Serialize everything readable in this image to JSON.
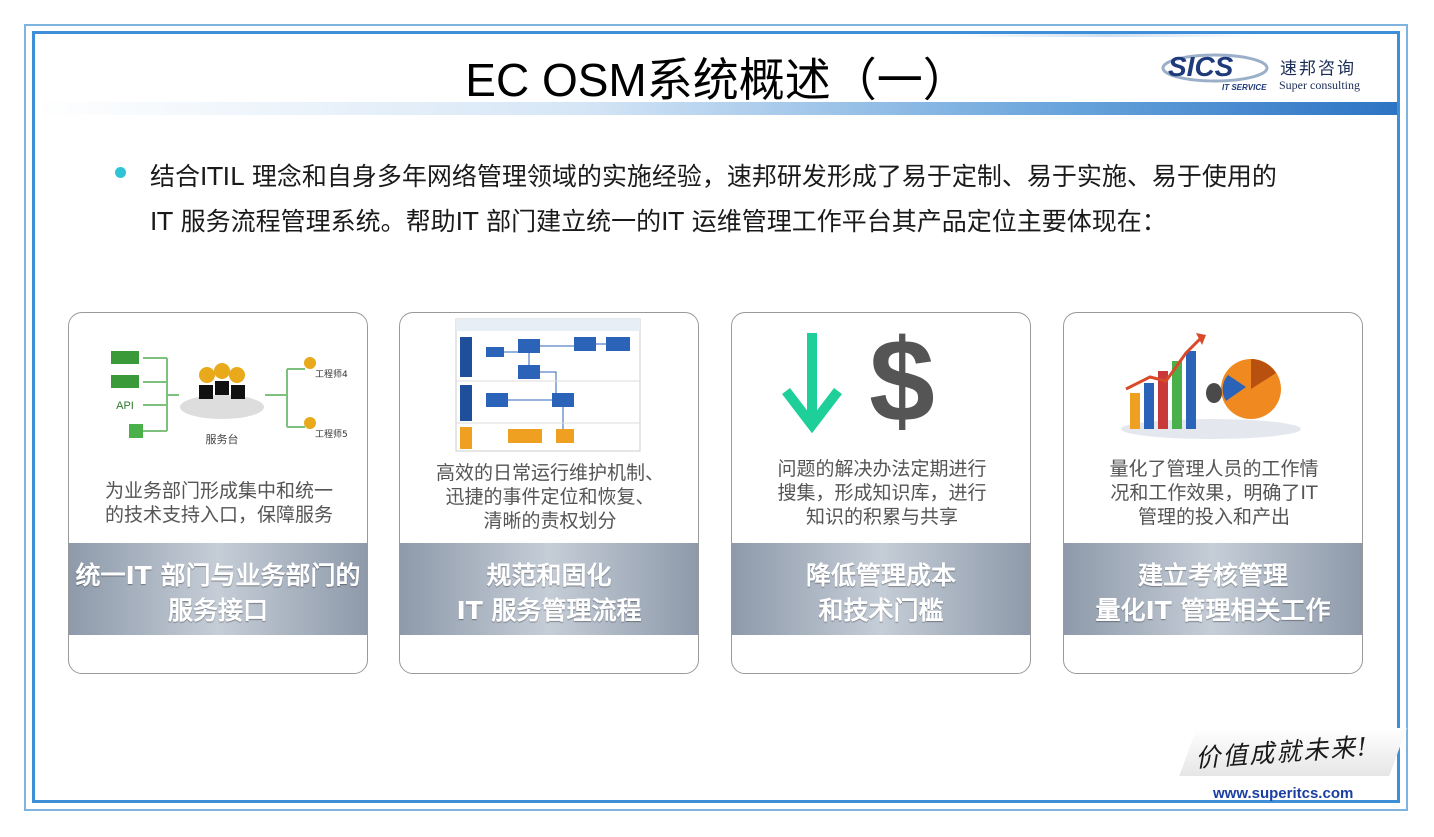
{
  "slide": {
    "title": "EC OSM系统概述（一）",
    "logo": {
      "mark": "SICS",
      "subtitle": "IT SERVICE",
      "cn": "速邦咨询",
      "en": "Super consulting"
    },
    "intro": {
      "line1": "结合ITIL 理念和自身多年网络管理领域的实施经验，速邦研发形成了易于定制、易于实施、易于使用的",
      "line2": "IT 服务流程管理系统。帮助IT 部门建立统一的IT 运维管理工作平台其产品定位主要体现在："
    },
    "cards": [
      {
        "image": "service-desk-diagram",
        "image_labels": {
          "api": "API",
          "desk": "服务台",
          "eng1": "工程师4",
          "eng2": "工程师5"
        },
        "desc": [
          "为业务部门形成集中和统一",
          "的技术支持入口，保障服务"
        ],
        "band": [
          "统一IT 部门与业务部门的",
          "服务接口"
        ]
      },
      {
        "image": "process-flowchart",
        "desc": [
          "高效的日常运行维护机制、",
          "迅捷的事件定位和恢复、",
          "清晰的责权划分"
        ],
        "band": [
          "规范和固化",
          "IT 服务管理流程"
        ]
      },
      {
        "image": "down-arrow-dollar-icon",
        "image_labels": {
          "symbol": "$"
        },
        "desc": [
          "问题的解决办法定期进行",
          "搜集，形成知识库，进行",
          "知识的积累与共享"
        ],
        "band": [
          "降低管理成本",
          "和技术门槛"
        ]
      },
      {
        "image": "bar-chart-pie-icon",
        "desc": [
          "量化了管理人员的工作情",
          "况和工作效果，明确了IT",
          "管理的投入和产出"
        ],
        "band": [
          "建立考核管理",
          "量化IT 管理相关工作"
        ]
      }
    ],
    "footer": {
      "slogan": "价值成就未来!",
      "url": "www.superitcs.com"
    },
    "colors": {
      "accent_blue": "#3f8fd8",
      "bullet": "#2ec4d6",
      "arrow_green": "#1fcf9a",
      "dollar": "#555555"
    }
  }
}
